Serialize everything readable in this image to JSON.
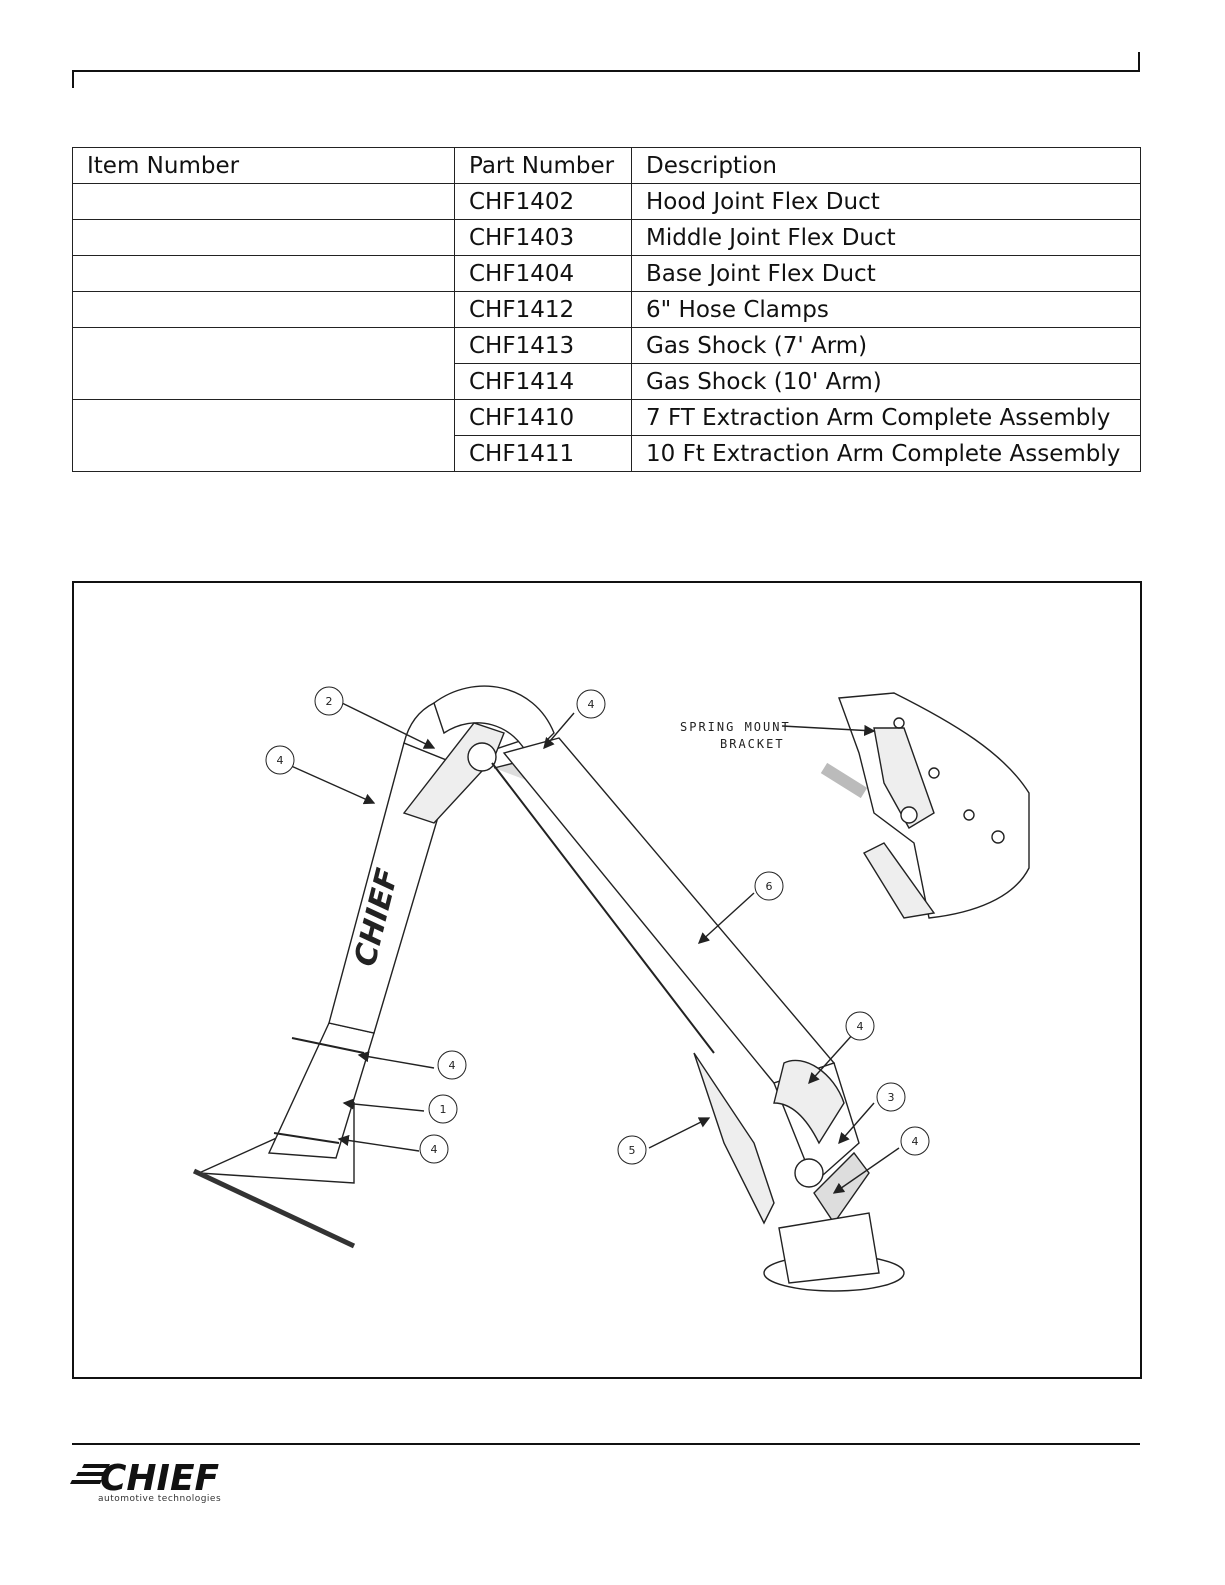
{
  "table": {
    "headers": [
      "Item Number",
      "Part Number",
      "Description"
    ],
    "rows": [
      {
        "item": "",
        "part": "CHF1402",
        "desc": "Hood Joint Flex Duct"
      },
      {
        "item": "",
        "part": "CHF1403",
        "desc": "Middle Joint Flex Duct"
      },
      {
        "item": "",
        "part": "CHF1404",
        "desc": "Base Joint Flex Duct"
      },
      {
        "item": "",
        "part": "CHF1412",
        "desc": "6\" Hose Clamps"
      },
      {
        "item": "",
        "part": "CHF1413",
        "desc": "Gas Shock (7' Arm)"
      },
      {
        "item": "",
        "part": "CHF1414",
        "desc": "Gas Shock (10' Arm)"
      },
      {
        "item": "",
        "part": "CHF1410",
        "desc": "7 FT Extraction Arm Complete Assembly"
      },
      {
        "item": "",
        "part": "CHF1411",
        "desc": "10 Ft Extraction Arm Complete Assembly"
      }
    ]
  },
  "figure": {
    "callout_2": "2",
    "callout_4a": "4",
    "callout_4b": "4",
    "callout_6": "6",
    "callout_4c": "4",
    "callout_4d": "4",
    "callout_1": "1",
    "callout_4e": "4",
    "callout_3": "3",
    "callout_5": "5",
    "callout_4f": "4",
    "spring_label_1": "SPRING MOUNT",
    "spring_label_2": "BRACKET",
    "duct_brand": "CHIEF"
  },
  "footer": {
    "logo_text": "CHIEF",
    "logo_sub": "automotive technologies"
  }
}
